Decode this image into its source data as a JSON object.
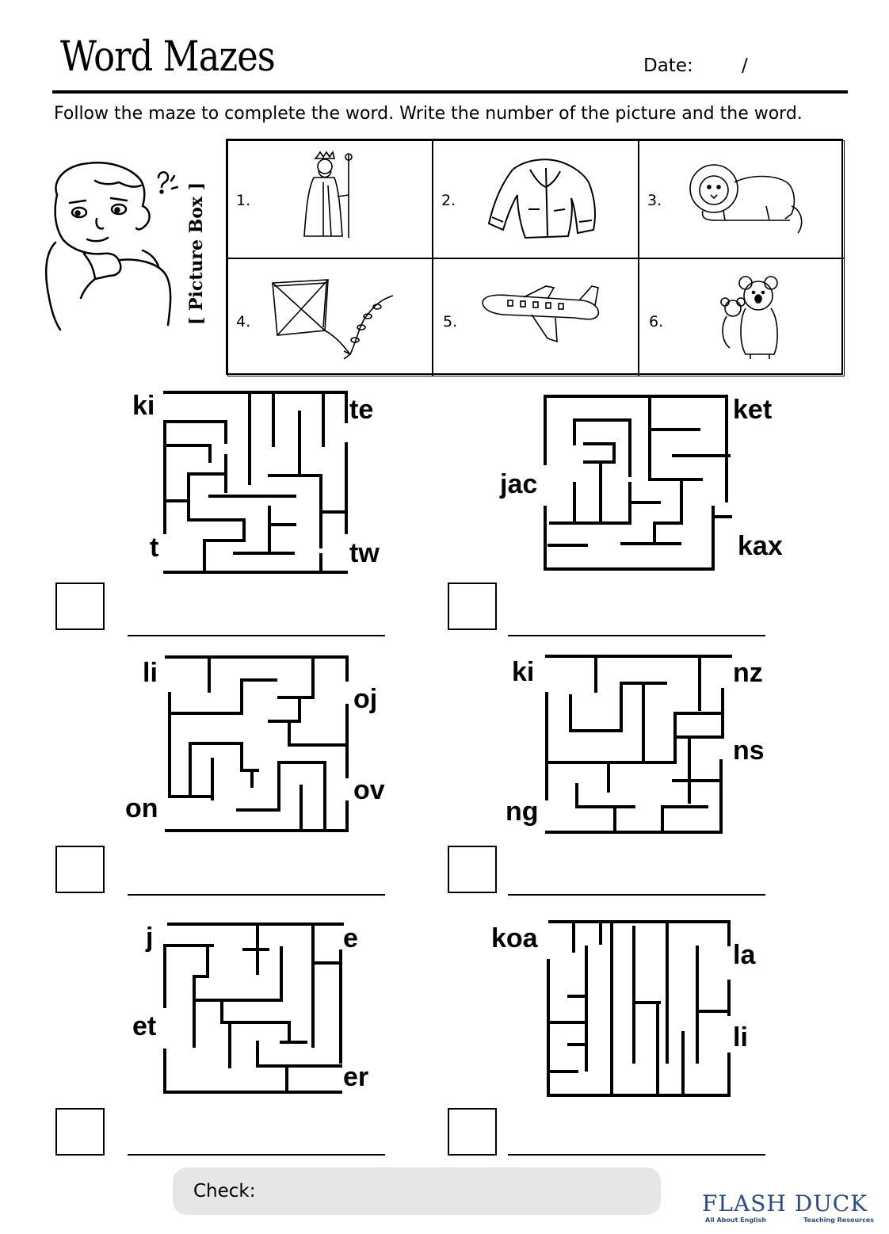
{
  "worksheet": {
    "title": "Word Mazes",
    "date_label": "Date:",
    "date_separator": "/",
    "instruction": "Follow the maze to complete the word. Write the number of the picture and the word.",
    "picture_box_label": "[ Picture Box ]",
    "pictures": [
      {
        "number": "1.",
        "icon": "king-icon"
      },
      {
        "number": "2.",
        "icon": "jacket-icon"
      },
      {
        "number": "3.",
        "icon": "lion-icon"
      },
      {
        "number": "4.",
        "icon": "kite-icon"
      },
      {
        "number": "5.",
        "icon": "airplane-icon"
      },
      {
        "number": "6.",
        "icon": "koala-icon"
      }
    ],
    "mazes": [
      {
        "start": "ki",
        "endings": [
          "te",
          "t",
          "tw"
        ]
      },
      {
        "start": "jac",
        "endings": [
          "ket",
          "kax"
        ]
      },
      {
        "start": "li",
        "endings": [
          "oj",
          "on",
          "ov"
        ]
      },
      {
        "start": "ki",
        "endings": [
          "nz",
          "ns",
          "ng"
        ]
      },
      {
        "start": "j",
        "endings": [
          "e",
          "et",
          "er"
        ]
      },
      {
        "start": "koa",
        "endings": [
          "la",
          "li"
        ]
      }
    ],
    "check_label": "Check:",
    "logo": {
      "name": "FLASH DUCK",
      "tagline_left": "All About English",
      "tagline_right": "Teaching Resources"
    }
  }
}
